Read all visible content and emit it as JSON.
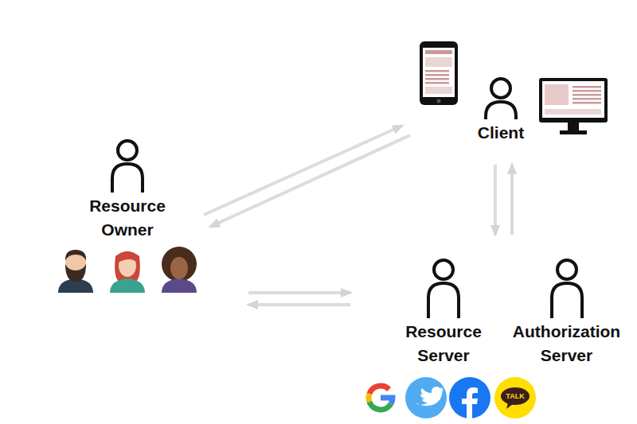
{
  "diagram": {
    "nodes": [
      {
        "text": [
          "Resource Owner"
        ]
      },
      {
        "text": [
          "Client"
        ]
      },
      {
        "text": [
          "Resource Server"
        ]
      },
      {
        "text": [
          "Authorization Server"
        ]
      }
    ],
    "edges": [
      {
        "from": 0,
        "to": 1,
        "arrow": "to"
      },
      {
        "from": 1,
        "to": 0,
        "arrow": "to"
      },
      {
        "from": 1,
        "to": 2,
        "arrow": "to"
      },
      {
        "from": 3,
        "to": 1,
        "arrow": "to"
      },
      {
        "from": 0,
        "to": 2,
        "arrow": "to"
      },
      {
        "from": 2,
        "to": 0,
        "arrow": "to"
      }
    ],
    "labels": [
      "TALK"
    ]
  }
}
